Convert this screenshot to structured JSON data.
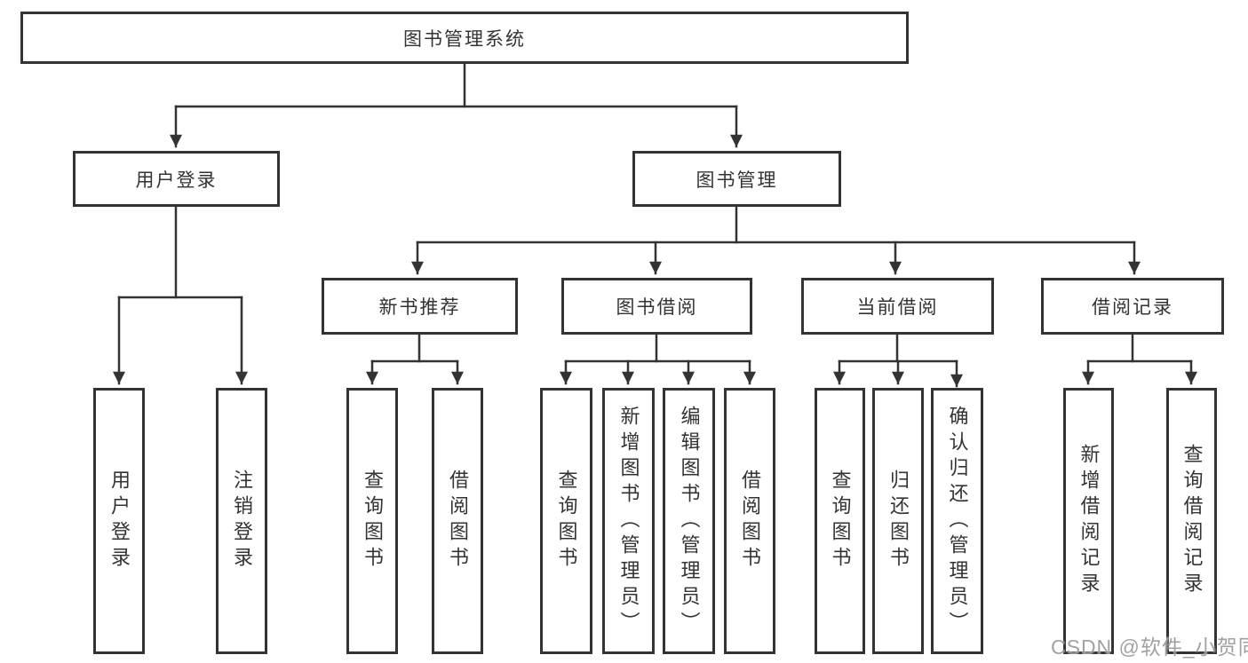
{
  "nodes": {
    "root": "图书管理系统",
    "level2": [
      "用户登录",
      "图书管理"
    ],
    "level3": [
      "新书推荐",
      "图书借阅",
      "当前借阅",
      "借阅记录"
    ]
  },
  "leaves": {
    "user_login": [
      "用户登录",
      "注销登录"
    ],
    "new_book_recommend": [
      "查询图书",
      "借阅图书"
    ],
    "book_borrow": [
      "查询图书",
      "新增图书（管理员）",
      "编辑图书（管理员）",
      "借阅图书"
    ],
    "current_borrow": [
      "查询图书",
      "归还图书",
      "确认归还（管理员）"
    ],
    "borrow_records": [
      "新增借阅记录",
      "查询借阅记录"
    ]
  },
  "watermark": "CSDN @软件_小贺同学",
  "colors": {
    "line": "#333333",
    "text": "#333333",
    "box_fill": "#ffffff",
    "background": "#ffffff",
    "watermark": "#919191"
  }
}
